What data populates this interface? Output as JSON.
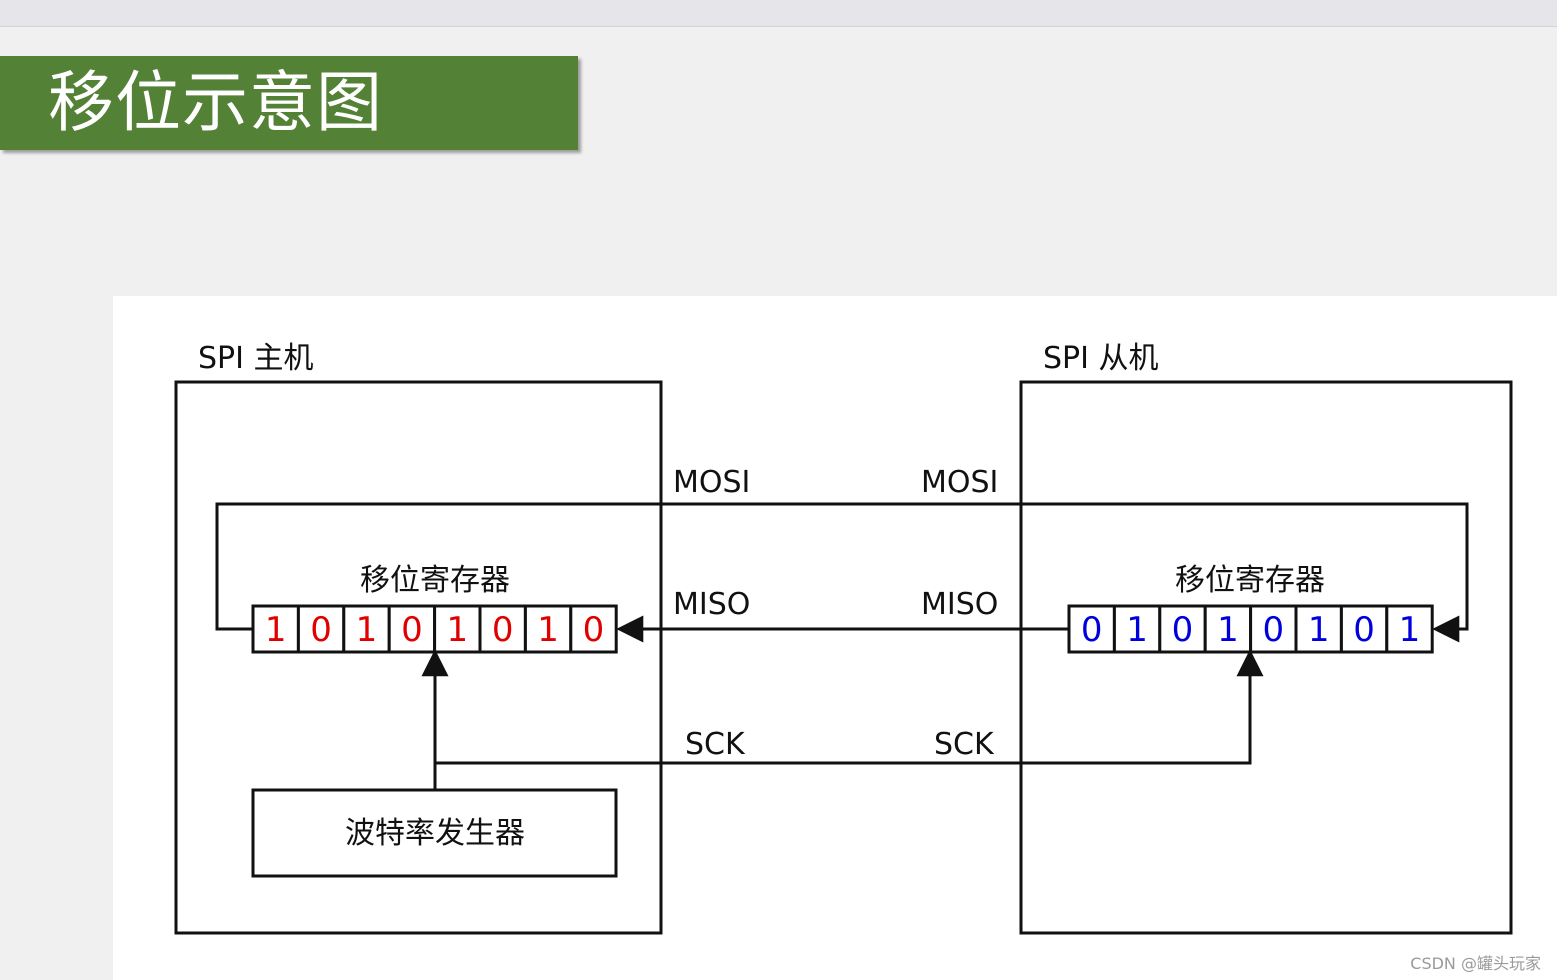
{
  "slide": {
    "title": "移位示意图"
  },
  "master": {
    "label": "SPI 主机",
    "register_label": "移位寄存器",
    "bits": [
      "1",
      "0",
      "1",
      "0",
      "1",
      "0",
      "1",
      "0"
    ],
    "bit_color": "#e00000",
    "baud_label": "波特率发生器"
  },
  "slave": {
    "label": "SPI 从机",
    "register_label": "移位寄存器",
    "bits": [
      "0",
      "1",
      "0",
      "1",
      "0",
      "1",
      "0",
      "1"
    ],
    "bit_color": "#0000dd"
  },
  "signals": {
    "mosi_left": "MOSI",
    "mosi_right": "MOSI",
    "miso_left": "MISO",
    "miso_right": "MISO",
    "sck_left": "SCK",
    "sck_right": "SCK"
  },
  "colors": {
    "banner": "#538135",
    "line": "#111111"
  },
  "watermark": "CSDN @罐头玩家"
}
